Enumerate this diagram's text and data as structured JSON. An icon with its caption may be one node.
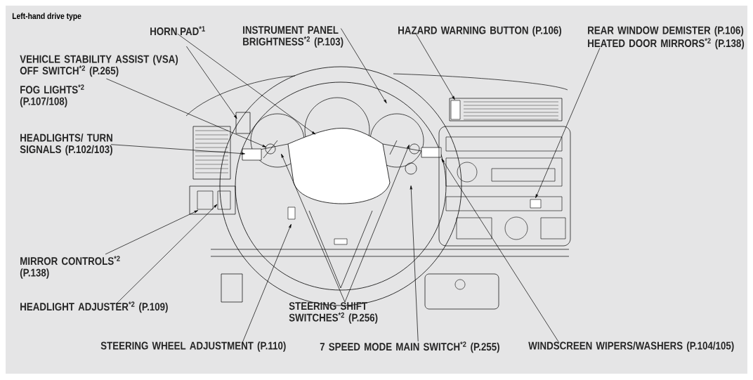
{
  "diagram": {
    "title": "Left-hand drive type",
    "nodes": [
      {
        "text": [
          "HORN PAD$^{*1}$"
        ]
      },
      {
        "text": [
          "INSTRUMENT PANEL BRIGHTNESS$^{*2}$ (P.103)"
        ]
      },
      {
        "text": [
          "HAZARD WARNING BUTTON (P.106)"
        ]
      },
      {
        "text": [
          "REAR WINDOW DEMISTER (P.106)",
          "HEATED DOOR MIRRORS$^{*2}$ (P.138)"
        ]
      },
      {
        "text": [
          "VEHICLE STABILITY ASSIST (VSA) OFF SWITCH$^{*2}$ (P.265)"
        ]
      },
      {
        "text": [
          "FOG LIGHTS$^{*2}$ (P.107/108)"
        ]
      },
      {
        "text": [
          "HEADLIGHTS/ TURN SIGNALS (P.102/103)"
        ]
      },
      {
        "text": [
          "MIRROR CONTROLS$^{*2}$ (P.138)"
        ]
      },
      {
        "text": [
          "HEADLIGHT ADJUSTER$^{*2}$ (P.109)"
        ]
      },
      {
        "text": [
          "STEERING WHEEL ADJUSTMENT (P.110)"
        ]
      },
      {
        "text": [
          "STEERING SHIFT SWITCHES$^{*2}$ (P.256)"
        ]
      },
      {
        "text": [
          "7 SPEED MODE MAIN SWITCH$^{*2}$ (P.255)"
        ]
      },
      {
        "text": [
          "WINDSCREEN WIPERS/WASHERS (P.104/105)"
        ]
      }
    ],
    "edges": [
      {
        "from": 0,
        "to": null,
        "arrow": "to"
      },
      {
        "from": 1,
        "to": null,
        "arrow": "to"
      },
      {
        "from": 2,
        "to": null,
        "arrow": "to"
      },
      {
        "from": 3,
        "to": null,
        "arrow": "to"
      },
      {
        "from": 4,
        "to": null,
        "arrow": "to"
      },
      {
        "from": 5,
        "to": null,
        "arrow": "to"
      },
      {
        "from": 6,
        "to": null,
        "arrow": "to"
      },
      {
        "from": 7,
        "to": null,
        "arrow": "to"
      },
      {
        "from": 8,
        "to": null,
        "arrow": "to"
      },
      {
        "from": 9,
        "to": null,
        "arrow": "to"
      },
      {
        "from": 10,
        "to": null,
        "arrow": "to"
      },
      {
        "from": 10,
        "to": null,
        "arrow": "to"
      },
      {
        "from": 11,
        "to": null,
        "arrow": "to"
      },
      {
        "from": 12,
        "to": null,
        "arrow": "to"
      }
    ]
  }
}
